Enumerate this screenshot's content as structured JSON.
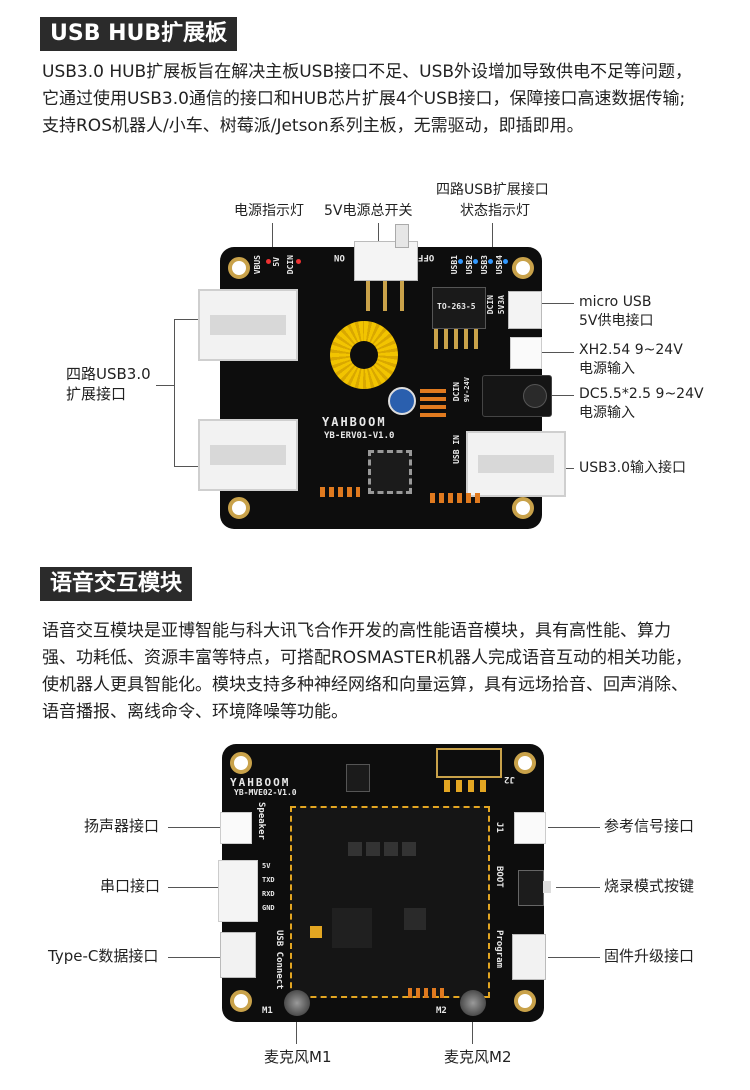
{
  "section1": {
    "title": "USB HUB扩展板",
    "lines": [
      "USB3.0 HUB扩展板旨在解决主板USB接口不足、USB外设增加导致供电不足等问题，",
      "它通过使用USB3.0通信的接口和HUB芯片扩展4个USB接口，保障接口高速数据传输;",
      "支持ROS机器人/小车、树莓派/Jetson系列主板，无需驱动，即插即用。"
    ],
    "callouts": {
      "power_led": "电源指示灯",
      "main_switch": "5V电源总开关",
      "status_led_1": "四路USB扩展接口",
      "status_led_2": "状态指示灯",
      "usb_ports_1": "四路USB3.0",
      "usb_ports_2": "扩展接口",
      "micro_usb_1": "micro USB",
      "micro_usb_2": "5V供电接口",
      "xh_1": "XH2.54 9~24V",
      "xh_2": "电源输入",
      "dc_1": "DC5.5*2.5 9~24V",
      "dc_2": "电源输入",
      "usb_in": "USB3.0输入接口"
    },
    "silk": {
      "brand": "YAHBOOM",
      "model": "YB-ERV01-V1.0",
      "reg": "TO-263-5",
      "on": "ON",
      "off": "OFF",
      "usb_in": "USB IN",
      "dcin_top": "DCIN",
      "dcin_top_v": "5V3A",
      "dcin_mid": "DCIN",
      "dcin_mid_v": "9V-24V",
      "vbus": "VBUS",
      "led5v": "5V",
      "dcin_led": "DCIN",
      "usb1": "USB1",
      "usb2": "USB2",
      "usb3": "USB3",
      "usb4": "USB4"
    }
  },
  "section2": {
    "title": "语音交互模块",
    "lines": [
      "语音交互模块是亚博智能与科大讯飞合作开发的高性能语音模块，具有高性能、算力",
      "强、功耗低、资源丰富等特点，可搭配ROSMASTER机器人完成语音互动的相关功能，",
      "使机器人更具智能化。模块支持多种神经网络和向量运算，具有远场拾音、回声消除、",
      "语音播报、离线命令、环境降噪等功能。"
    ],
    "callouts": {
      "speaker": "扬声器接口",
      "serial": "串口接口",
      "typec": "Type-C数据接口",
      "ref": "参考信号接口",
      "boot": "烧录模式按键",
      "fw": "固件升级接口",
      "m1": "麦克风M1",
      "m2": "麦克风M2"
    },
    "silk": {
      "brand": "YAHBOOM",
      "model": "YB-MVE02-V1.0",
      "speaker": "Speaker",
      "usb_connect": "USB Connect",
      "boot": "BOOT",
      "program": "Program",
      "j1": "J1",
      "j2": "J2",
      "m1": "M1",
      "m2": "M2",
      "pin_5v": "5V",
      "pin_txd": "TXD",
      "pin_rxd": "RXD",
      "pin_gnd": "GND"
    }
  },
  "colors": {
    "tag_bg": "#2b2b2b",
    "board": "#0d0d0d",
    "gold": "#c9a24a",
    "toroid": "#f2c400"
  }
}
